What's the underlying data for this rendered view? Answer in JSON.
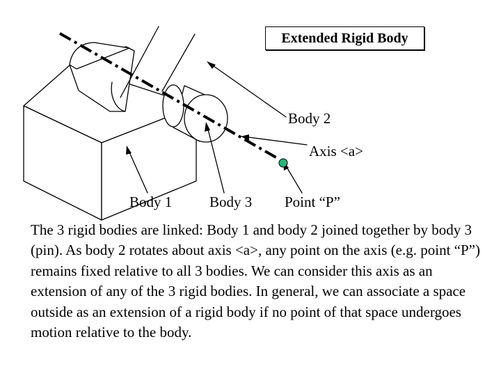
{
  "labels": {
    "title": "Extended Rigid Body",
    "body2": "Body 2",
    "axis": "Axis <a>",
    "body1": "Body 1",
    "body3": "Body 3",
    "point_p": "Point “P”"
  },
  "description": "The 3 rigid bodies are linked: Body 1 and body 2 joined together by body 3 (pin). As body 2 rotates about axis <a>, any point on the axis (e.g. point “P”) remains fixed relative to all 3 bodies. We can consider this axis as an extension of any of the 3 rigid bodies. In general, we can associate a space outside as an extension of a rigid body if no point of that space undergoes motion relative to the body.",
  "colors": {
    "line": "#000000",
    "point_fill": "#2db37a",
    "background": "#ffffff"
  }
}
